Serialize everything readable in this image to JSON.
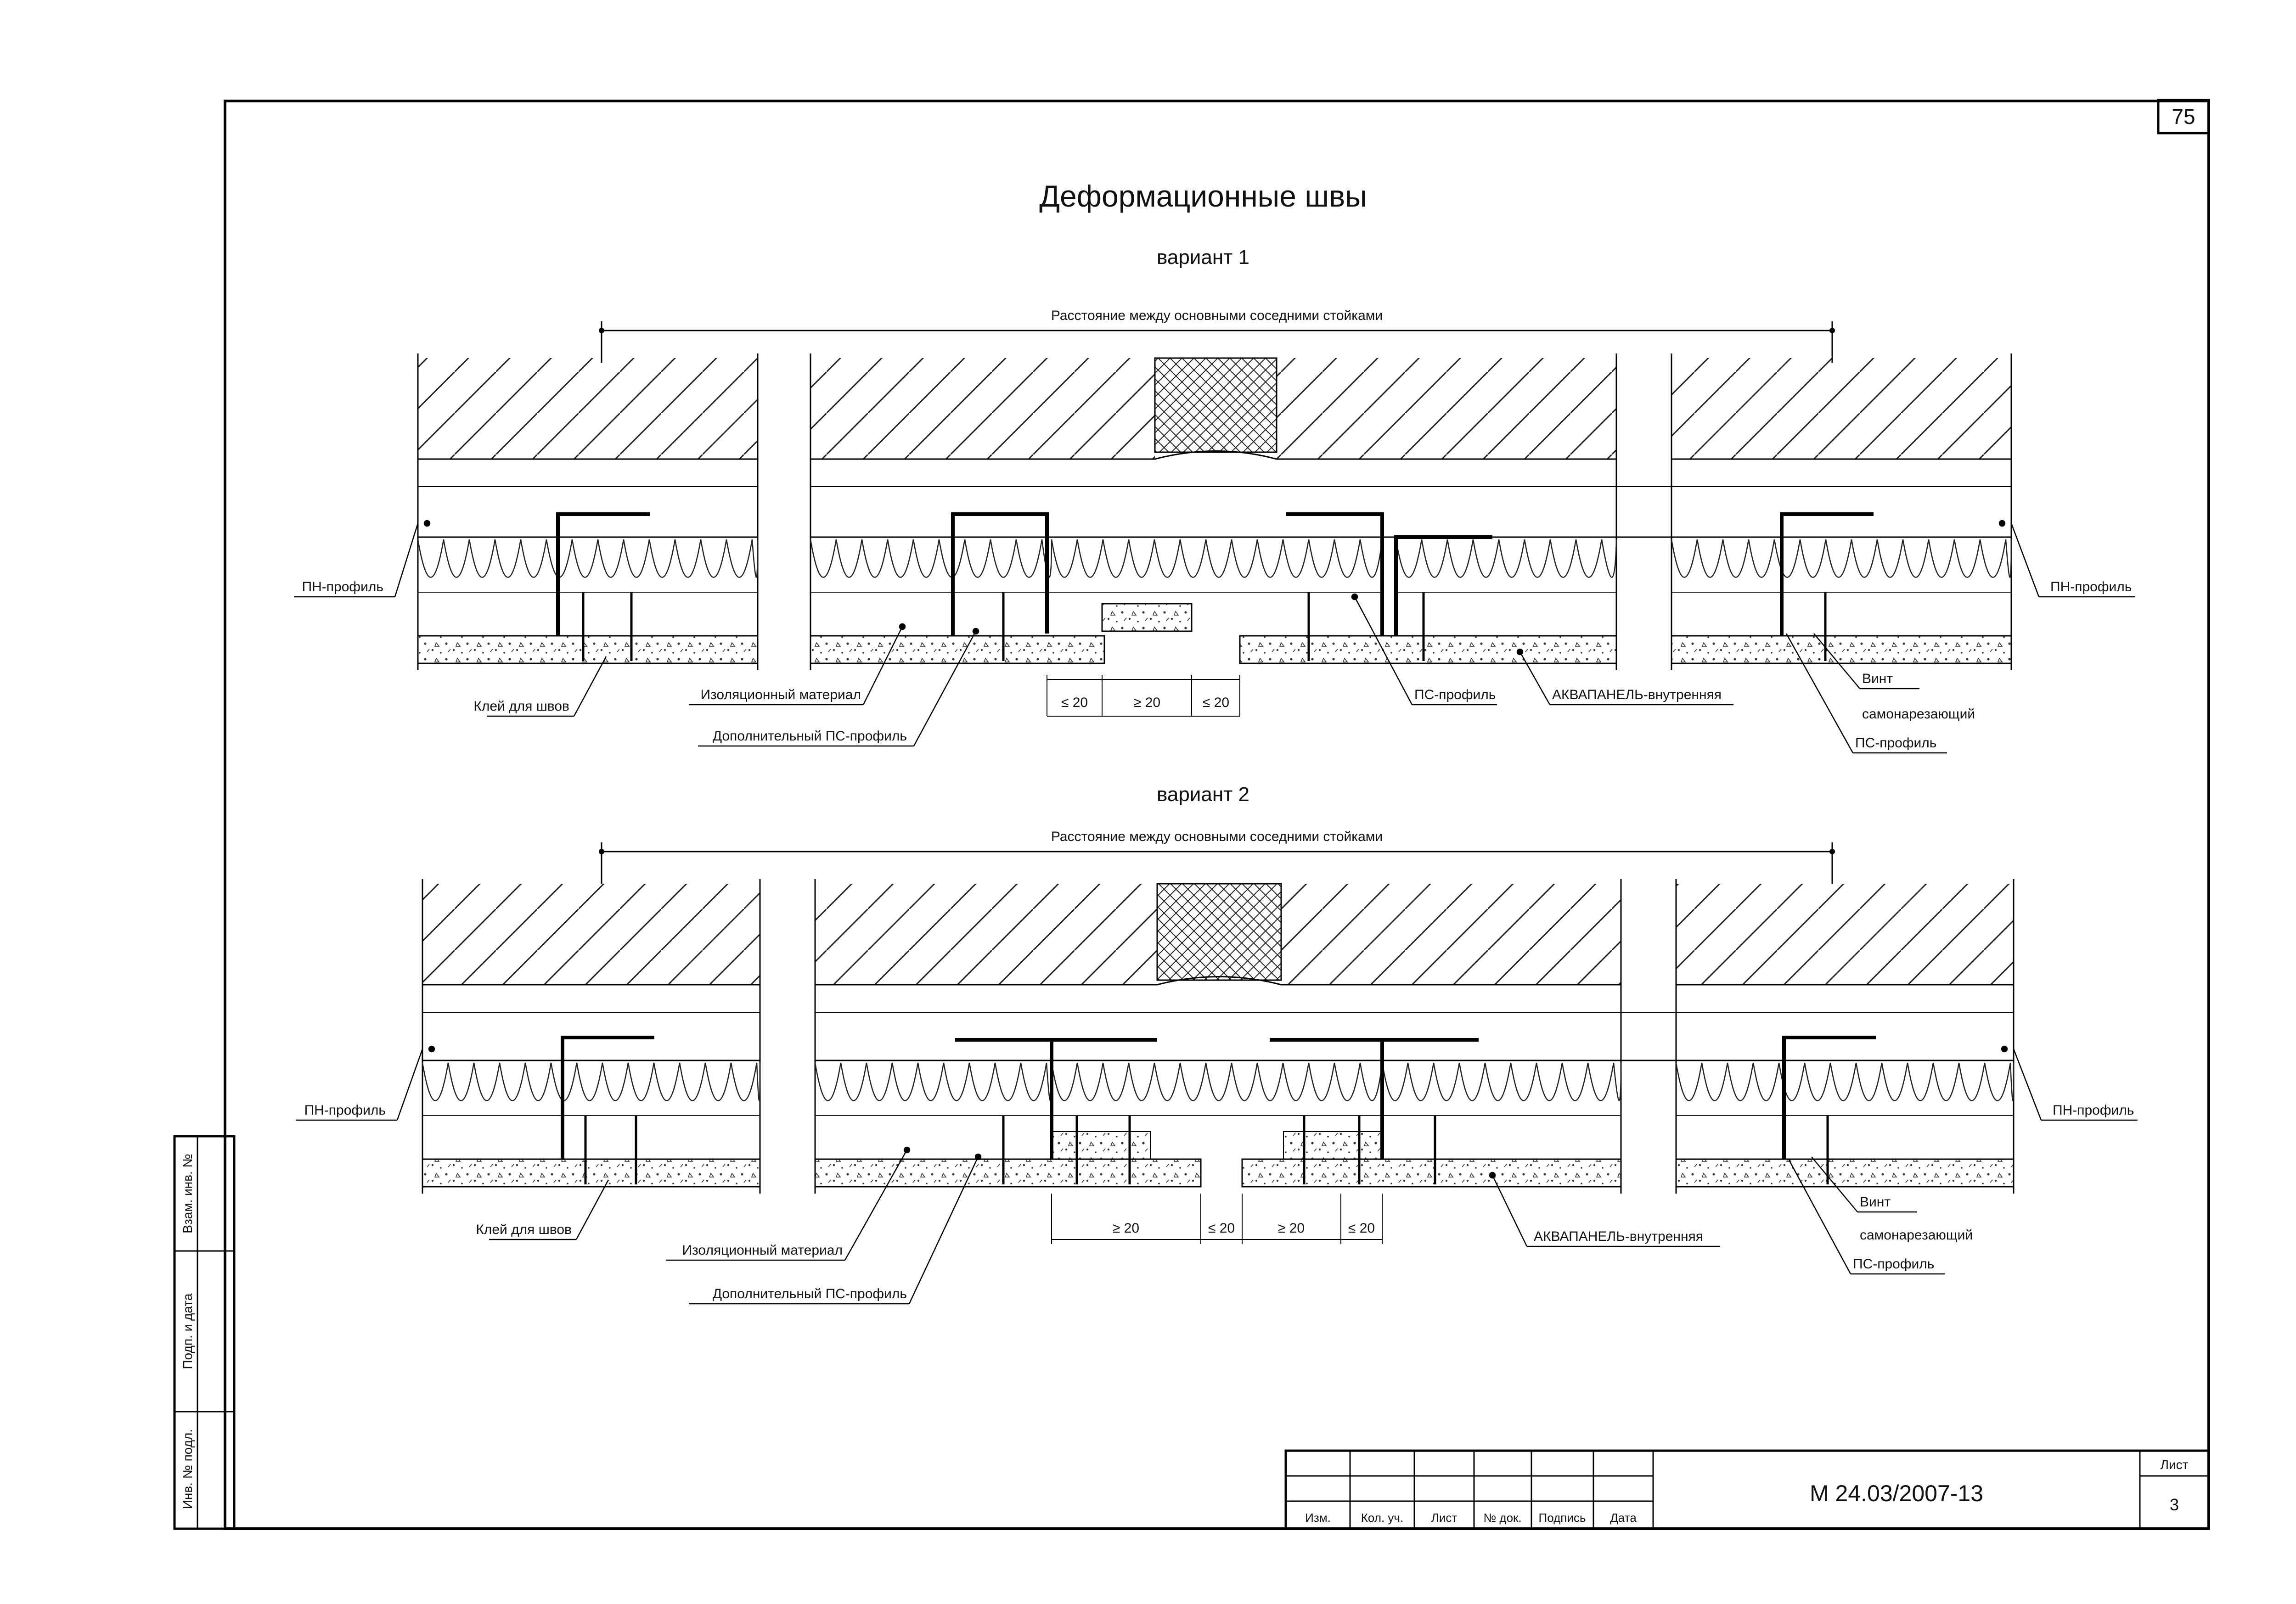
{
  "page_number": "75",
  "title": "Деформационные швы",
  "variant1": {
    "heading": "вариант 1",
    "span_label": "Расстояние между основными соседними стойками",
    "labels": {
      "pn_left": "ПН-профиль",
      "pn_right": "ПН-профиль",
      "glue": "Клей для швов",
      "insulation": "Изоляционный материал",
      "extra_ps": "Дополнительный ПС-профиль",
      "ps": "ПС-профиль",
      "aquapanel": "АКВАПАНЕЛЬ-внутренняя",
      "screw_1": "Винт",
      "screw_2": "самонарезающий",
      "ps_right": "ПС-профиль"
    },
    "dims": [
      "≤ 20",
      "≥ 20",
      "≤ 20"
    ]
  },
  "variant2": {
    "heading": "вариант 2",
    "span_label": "Расстояние между основными соседними стойками",
    "labels": {
      "pn_left": "ПН-профиль",
      "pn_right": "ПН-профиль",
      "glue": "Клей для швов",
      "insulation": "Изоляционный материал",
      "extra_ps": "Дополнительный ПС-профиль",
      "aquapanel": "АКВАПАНЕЛЬ-внутренняя",
      "screw_1": "Винт",
      "screw_2": "самонарезающий",
      "ps_right": "ПС-профиль"
    },
    "dims": [
      "≥ 20",
      "≤ 20",
      "≥ 20",
      "≤ 20"
    ]
  },
  "side_stamp": [
    "Взам. инв. №",
    "Подп. и дата",
    "Инв. № подл."
  ],
  "title_block": {
    "columns": [
      "Изм.",
      "Кол. уч.",
      "Лист",
      "№ док.",
      "Подпись",
      "Дата"
    ],
    "doc_code": "М 24.03/2007-13",
    "sheet_label": "Лист",
    "sheet_number": "3"
  }
}
